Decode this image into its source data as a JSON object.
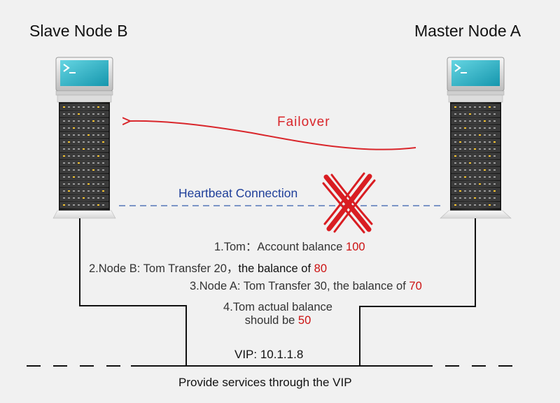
{
  "nodes": {
    "slave_title": "Slave Node B",
    "master_title": "Master Node A"
  },
  "failover_label": "Failover",
  "heartbeat_label": "Heartbeat Connection",
  "steps": {
    "s1_prefix": "1.Tom：Account balance ",
    "s1_value": "100",
    "s2_prefix": "2.Node B: Tom Transfer 20，",
    "s2_mid": "the balance of ",
    "s2_value": "80",
    "s3_prefix": "3.Node A: Tom Transfer 30, the balance of ",
    "s3_value": "70",
    "s4_line1": "4.Tom actual balance",
    "s4_line2_prefix": "should be ",
    "s4_value": "50"
  },
  "vip_label": "VIP: 10.1.1.8",
  "bottom_label": "Provide services through the VIP",
  "colors": {
    "background": "#f1f1f1",
    "failover": "#d9262b",
    "heartbeat": "#1f3f9a",
    "dashed_line": "#7b95c6",
    "cross": "#d91d22",
    "highlight": "#cc1111",
    "screen": "#21b3c6"
  },
  "icons": [
    "server-rack-icon",
    "terminal-monitor-icon",
    "failure-cross-icon",
    "failover-arrow-icon"
  ]
}
